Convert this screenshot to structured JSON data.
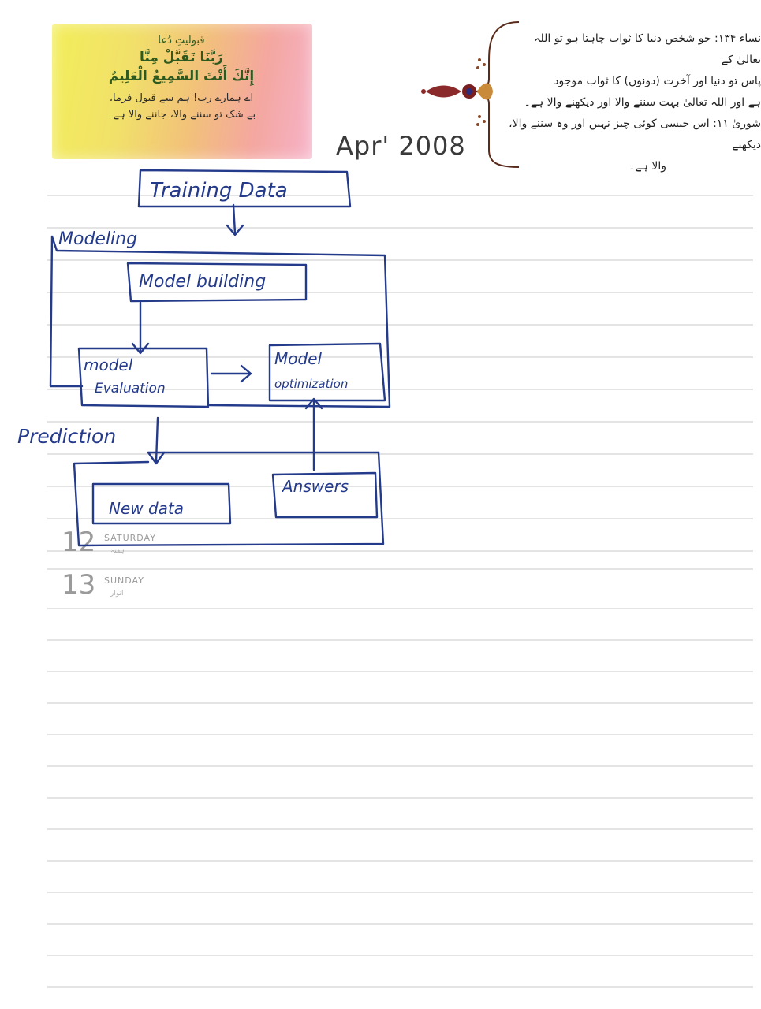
{
  "banner": {
    "title": "قبولیتِ دُعا",
    "verse_line1": "رَبَّنَا تَقَبَّلْ مِنَّا",
    "verse_line2": "إِنَّكَ أَنْتَ السَّمِيعُ الْعَلِيمُ",
    "translation_line1": "اے ہمارے رب! ہم سے قبول فرما،",
    "translation_line2": "بے شک تو سننے والا، جاننے والا ہے۔"
  },
  "month_label": "Apr' 2008",
  "quote": {
    "line1": "نساء ۱۳۴: جو شخص دنیا کا ثواب چاہتا ہو تو اللہ تعالیٰ کے",
    "line2": "پاس تو دنیا اور آخرت (دونوں) کا ثواب موجود",
    "line3": "ہے اور اللہ تعالیٰ بہت سننے والا اور دیکھنے والا ہے۔",
    "line4": "شوریٰ ۱۱: اس جیسی کوئی چیز نہیں اور وہ سننے والا، دیکھنے",
    "line5": "والا ہے۔"
  },
  "dates": [
    {
      "number": "12",
      "day": "SATURDAY",
      "sub": "ہفتہ"
    },
    {
      "number": "13",
      "day": "SUNDAY",
      "sub": "اتوار"
    }
  ],
  "diagram": {
    "training_data": "Training Data",
    "modeling_label": "Modeling",
    "model_building": "Model building",
    "model_evaluation_line1": "model",
    "model_evaluation_line2": "Evaluation",
    "model_optimization_line1": "Model",
    "model_optimization_line2": "optimization",
    "prediction_label": "Prediction",
    "new_data": "New data",
    "answers": "Answers"
  },
  "colors": {
    "ink": "#243a8a",
    "ruled_line": "#d4d4d4"
  }
}
